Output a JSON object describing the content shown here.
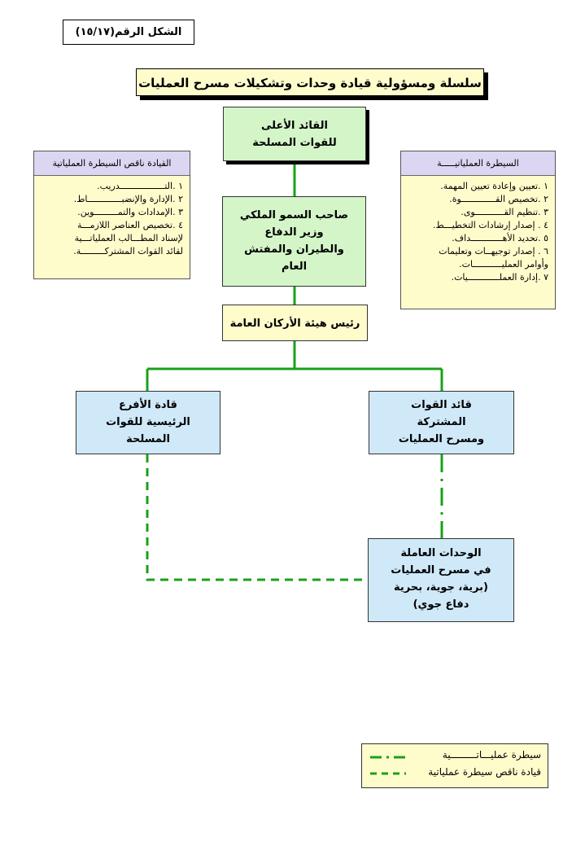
{
  "figure_label": "الشكل الرقم(١٥/١٧)",
  "title": "سلسلة ومسؤولية قيادة وحدات وتشكيلات مسرح العمليات",
  "nodes": {
    "supreme": [
      "القائد الأعلى",
      "للقوات المسلحة"
    ],
    "minister": [
      "صاحب السمو الملكي",
      "وزير الدفاع",
      "والطيران والمفتش",
      "العام"
    ],
    "chief_of_staff": [
      "رئيس هيئة الأركان العامة"
    ],
    "branch_commanders": [
      "قادة الأفرع",
      "الرئيسية للقوات",
      "المسلحة"
    ],
    "joint_commander": [
      "قائد القوات",
      "المشتركة",
      "ومسرح العمليات"
    ],
    "operating_units": [
      "الوحدات العاملة",
      "في مسرح العمليات",
      "(برية، جوية، بحرية",
      "دفاع جوي)"
    ]
  },
  "partial_control": {
    "header": "القيادة ناقص السيطرة العملياتية",
    "items": [
      "١ .التـــــــــــــــــدريب.",
      "٢ .الإدارة والإنضبـــــــــــــاط.",
      "٣ .الإمدادات والتمـــــــــوين.",
      "٤ .تخصيص العناصر اللازمـــة",
      "لإسناد المطـــالب العملياتـــية",
      "لقائد القوات المشتركـــــــــة."
    ]
  },
  "operational_control": {
    "header": "السيطرة العملياتيـــــة",
    "items": [
      "١ .تعيين وإعادة تعيين المهمة.",
      "٢ .تخصيص القـــــــــــــوة.",
      "٣ .تنظيم القـــــــــــوى.",
      "٤ . إصدار إرشادات التخطيـــط.",
      "٥ .تحديد الأهــــــــــــداف.",
      "٦ . إصدار توجيهــات وتعليمات",
      "وأوامر العمليـــــــــــات.",
      "٧ .إدارة العملــــــــــــيات."
    ]
  },
  "legend": [
    {
      "label": "سيطرة عمليـــاتـــــــــية",
      "style": "dash-dot"
    },
    {
      "label": "قيادة ناقص سيطرة عملياتية",
      "style": "dashed"
    }
  ],
  "colors": {
    "connector": "#1aa01a",
    "node_green": "#d4f5c8",
    "node_blue": "#cfe9f9",
    "panel_yellow": "#fffccc",
    "panel_header": "#dcd6f2"
  }
}
